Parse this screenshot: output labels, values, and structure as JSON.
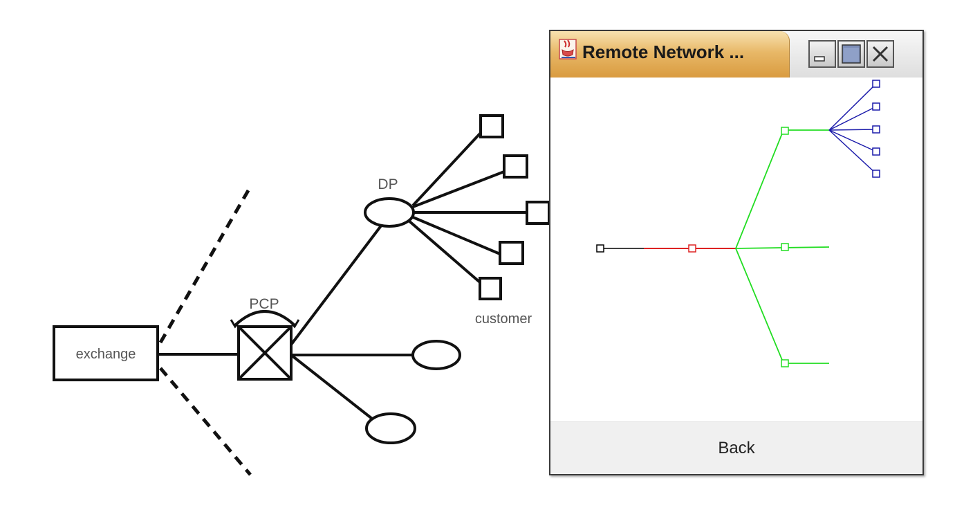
{
  "diagram": {
    "nodes": {
      "exchange": "exchange",
      "pcp": "PCP",
      "dp": "DP",
      "customer": "customer"
    }
  },
  "window": {
    "title": "Remote Network ...",
    "buttons": {
      "minimize": "minimize-icon",
      "maximize": "maximize-icon",
      "close": "close-icon"
    },
    "back_button": "Back"
  },
  "colors": {
    "diagram_line": "#111111",
    "tree_black": "#000000",
    "tree_red": "#dd2222",
    "tree_green": "#22dd22",
    "tree_blue": "#1a1aaa",
    "title_accent": "#e0a84c"
  }
}
